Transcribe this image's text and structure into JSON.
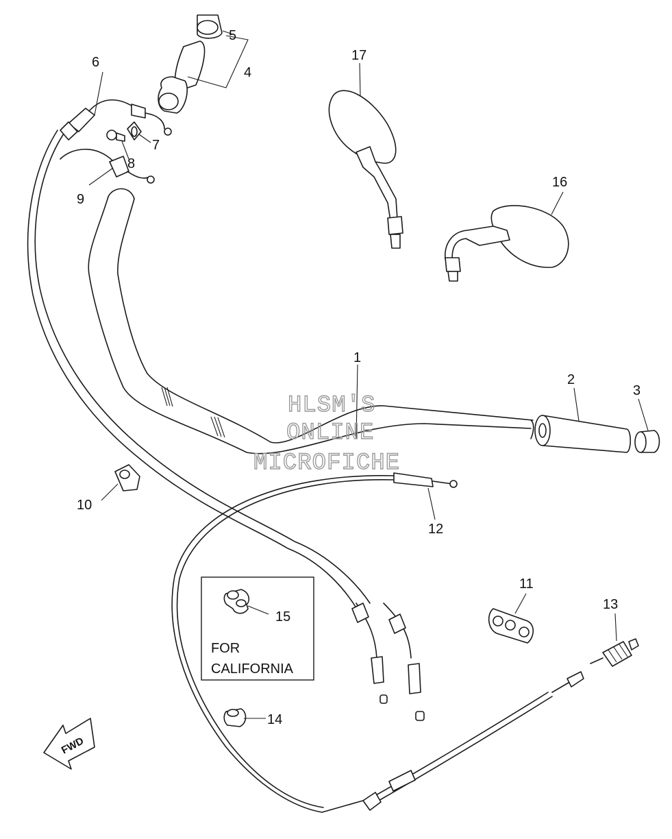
{
  "callouts": {
    "c1": "1",
    "c2": "2",
    "c3": "3",
    "c4": "4",
    "c5": "5",
    "c6": "6",
    "c7": "7",
    "c8": "8",
    "c9": "9",
    "c10": "10",
    "c11": "11",
    "c12": "12",
    "c13": "13",
    "c14": "14",
    "c15": "15",
    "c16": "16",
    "c17": "17"
  },
  "california_box": {
    "line1": "FOR",
    "line2": "CALIFORNIA"
  },
  "watermark": {
    "line1": "HLSM'S",
    "line2": "ONLINE",
    "line3": "MICROFICHE"
  },
  "direction_arrow": {
    "label": "FWD"
  }
}
